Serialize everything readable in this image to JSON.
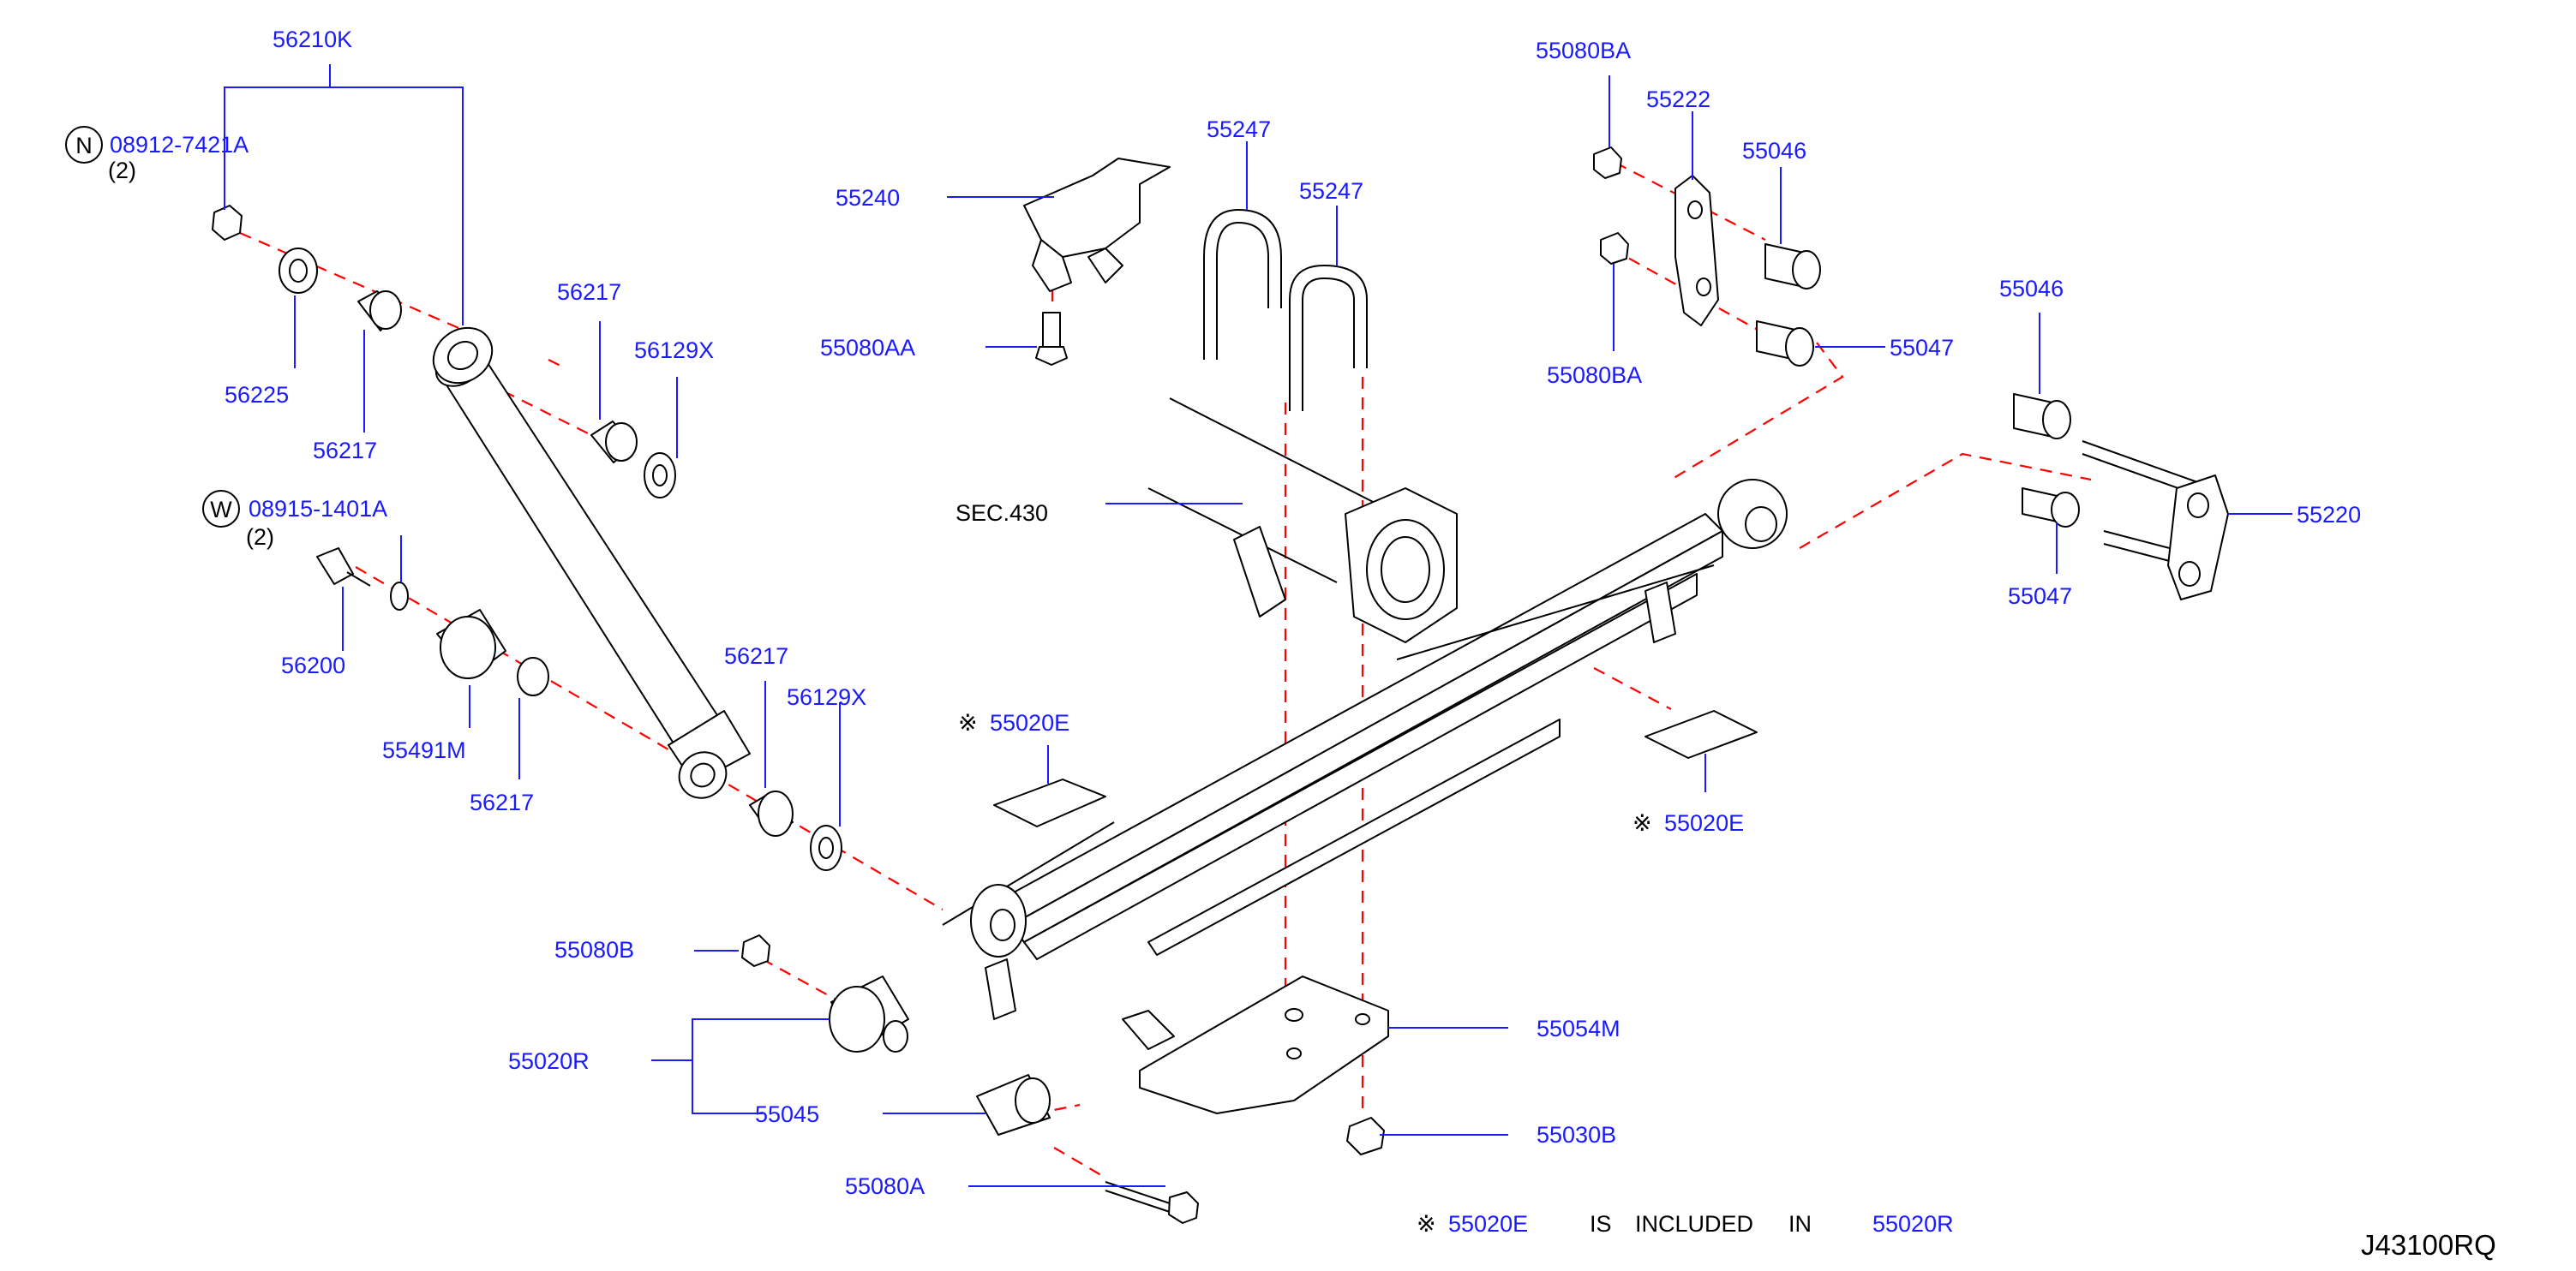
{
  "diagram_id": "J43100RQ",
  "labels": {
    "p56210K": "56210K",
    "p08912": "08912-7421A",
    "n_symbol": "N",
    "qty_n": "(2)",
    "p56225": "56225",
    "p56217_a": "56217",
    "p56217_b": "56217",
    "p56129X_a": "56129X",
    "p08915": "08915-1401A",
    "w_symbol": "W",
    "qty_w": "(2)",
    "p56200": "56200",
    "p55491M": "55491M",
    "p56217_c": "56217",
    "p56217_d": "56217",
    "p56129X_b": "56129X",
    "p55240": "55240",
    "p55080AA": "55080AA",
    "p55247_a": "55247",
    "p55247_b": "55247",
    "sec430": "SEC.430",
    "p55080BA_a": "55080BA",
    "p55222": "55222",
    "p55046_a": "55046",
    "p55080BA_b": "55080BA",
    "p55047_a": "55047",
    "p55046_b": "55046",
    "p55220": "55220",
    "p55047_b": "55047",
    "p55020E_a": "55020E",
    "p55020E_b": "55020E",
    "p55080B": "55080B",
    "p55020R": "55020R",
    "p55045": "55045",
    "p55054M": "55054M",
    "p55030B": "55030B",
    "p55080A": "55080A"
  },
  "note": {
    "symbol": "※",
    "part": "55020E",
    "is": "IS",
    "included": "INCLUDED",
    "in": "IN",
    "target": "55020R"
  },
  "colors": {
    "label": "#1a1aff",
    "guide": "#ff0000",
    "line": "#000000"
  }
}
